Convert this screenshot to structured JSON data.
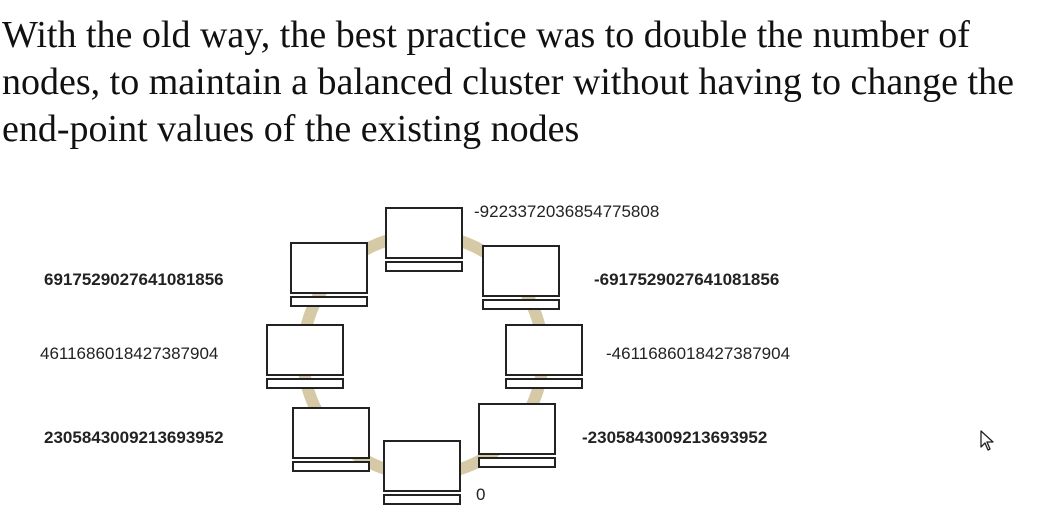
{
  "slide": {
    "title": "With the old way, the best practice was to double the number of nodes, to maintain a balanced cluster without having to change the end-point values of the existing nodes"
  },
  "ring": {
    "color": "#d6c9a6"
  },
  "nodes": [
    {
      "label": "-9223372036854775808",
      "bold": false
    },
    {
      "label": "-6917529027641081856",
      "bold": true
    },
    {
      "label": "-4611686018427387904",
      "bold": false
    },
    {
      "label": "-2305843009213693952",
      "bold": true
    },
    {
      "label": "0",
      "bold": false
    },
    {
      "label": "2305843009213693952",
      "bold": true
    },
    {
      "label": "4611686018427387904",
      "bold": false
    },
    {
      "label": "6917529027641081856",
      "bold": true
    }
  ],
  "cursor_icon": "mouse-pointer-icon"
}
